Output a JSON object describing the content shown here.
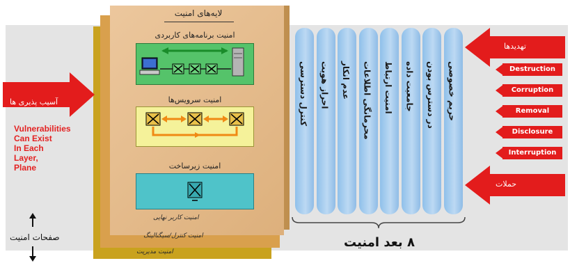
{
  "layers": {
    "heading": "لایه‌های امنیت",
    "application": "امنیت برنامه‌های کاربردی",
    "services": "امنیت سرویس‌ها",
    "infrastructure": "امنیت زیرساخت"
  },
  "planes": {
    "end_user": "امنیت کاربر نهایی",
    "control": "امنیت کنترل/سیگنالینگ",
    "management": "امنیت مدیریت"
  },
  "dimensions": [
    "کنترل دسترسی",
    "احراز هویت",
    "عدم انکار",
    "محرمانگی اطلاعات",
    "امنیت ارتباط",
    "جامعیت داده",
    "در دسترس بودن",
    "حریم خصوصی"
  ],
  "dimensions_caption": "۸ بعد امنیت",
  "threats_label": "تهدیدها",
  "attacks_label": "حملات",
  "threats": [
    "Destruction",
    "Corruption",
    "Removal",
    "Disclosure",
    "Interruption"
  ],
  "vulnerabilities_label": "آسیب پذیری ها",
  "vulnerabilities_note": [
    "Vulnerabilities",
    "Can Exist",
    "In Each",
    "Layer,",
    "Plane"
  ],
  "planes_caption": "صفحات امنیت",
  "colors": {
    "threat_red": "#e31c1c",
    "column_blue": "#a9cdef",
    "front_plane": "#e2b98a",
    "middle_plane": "#d9a04d",
    "back_plane": "#c9a21e"
  }
}
